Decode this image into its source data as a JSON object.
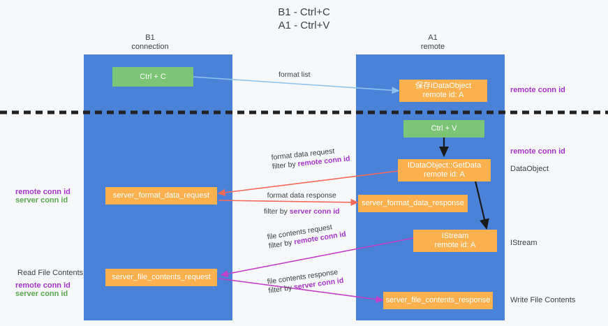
{
  "title": "B1 - Ctrl+C\nA1 - Ctrl+V",
  "colors": {
    "lane": "#4a82d8",
    "orange": "#fcb04e",
    "green": "#7cc576",
    "purple": "#a435c9",
    "green_text": "#5aa84f",
    "divider": "#222222",
    "arrow_blue": "#8fc3ef",
    "arrow_red": "#f46a5a",
    "arrow_black": "#1a1a1a",
    "arrow_magenta": "#c13fc9",
    "background": "#f7f8fa"
  },
  "lanes": [
    {
      "id": "b1",
      "title": "B1\nconnection"
    },
    {
      "id": "a1",
      "title": "A1\nremote"
    }
  ],
  "boxes": [
    {
      "id": "ctrl_c",
      "label": "Ctrl + C",
      "color": "green"
    },
    {
      "id": "save_idataobject",
      "label": "保存IDataObject\nremote id: A",
      "color": "orange"
    },
    {
      "id": "ctrl_v",
      "label": "Ctrl + V",
      "color": "green"
    },
    {
      "id": "getdata",
      "label": "IDataObject::GetData\nremote id: A",
      "color": "orange"
    },
    {
      "id": "server_format_data_request",
      "label": "server_format_data_request",
      "color": "orange"
    },
    {
      "id": "server_format_data_response",
      "label": "server_format_data_response",
      "color": "orange"
    },
    {
      "id": "istream",
      "label": "IStream\nremote id: A",
      "color": "orange"
    },
    {
      "id": "server_file_contents_request",
      "label": "server_file_contents_request",
      "color": "orange"
    },
    {
      "id": "server_file_contents_response",
      "label": "server_file_contents_response",
      "color": "orange"
    }
  ],
  "edges": [
    {
      "id": "format_list",
      "line1": "format list",
      "line2": "",
      "line2_hl": ""
    },
    {
      "id": "format_data_request",
      "line1": "format data request",
      "line2": "filter by ",
      "line2_hl": "remote conn id"
    },
    {
      "id": "format_data_response",
      "line1": "format data response",
      "line2": "filter by ",
      "line2_hl": "server conn id"
    },
    {
      "id": "file_contents_request",
      "line1": "file contents request",
      "line2": "filter by ",
      "line2_hl": "remote conn id"
    },
    {
      "id": "file_contents_response",
      "line1": "file contents response",
      "line2": "filter by ",
      "line2_hl": "server conn id"
    }
  ],
  "right_labels": [
    {
      "id": "r1",
      "text": "remote conn id",
      "style": "purple"
    },
    {
      "id": "r2",
      "text": "remote conn id",
      "style": "purple"
    },
    {
      "id": "r3",
      "text": "DataObject",
      "style": "plain"
    },
    {
      "id": "r4",
      "text": "IStream",
      "style": "plain"
    },
    {
      "id": "r5",
      "text": "Write File Contents",
      "style": "plain"
    }
  ],
  "left_labels": [
    {
      "id": "l1",
      "text": "remote conn id",
      "style": "purple"
    },
    {
      "id": "l2",
      "text": "server conn id",
      "style": "green"
    },
    {
      "id": "l3",
      "text": "Read File Contents",
      "style": "plain"
    },
    {
      "id": "l4",
      "text": "remote conn id",
      "style": "purple"
    },
    {
      "id": "l5",
      "text": "server conn id",
      "style": "green"
    }
  ]
}
